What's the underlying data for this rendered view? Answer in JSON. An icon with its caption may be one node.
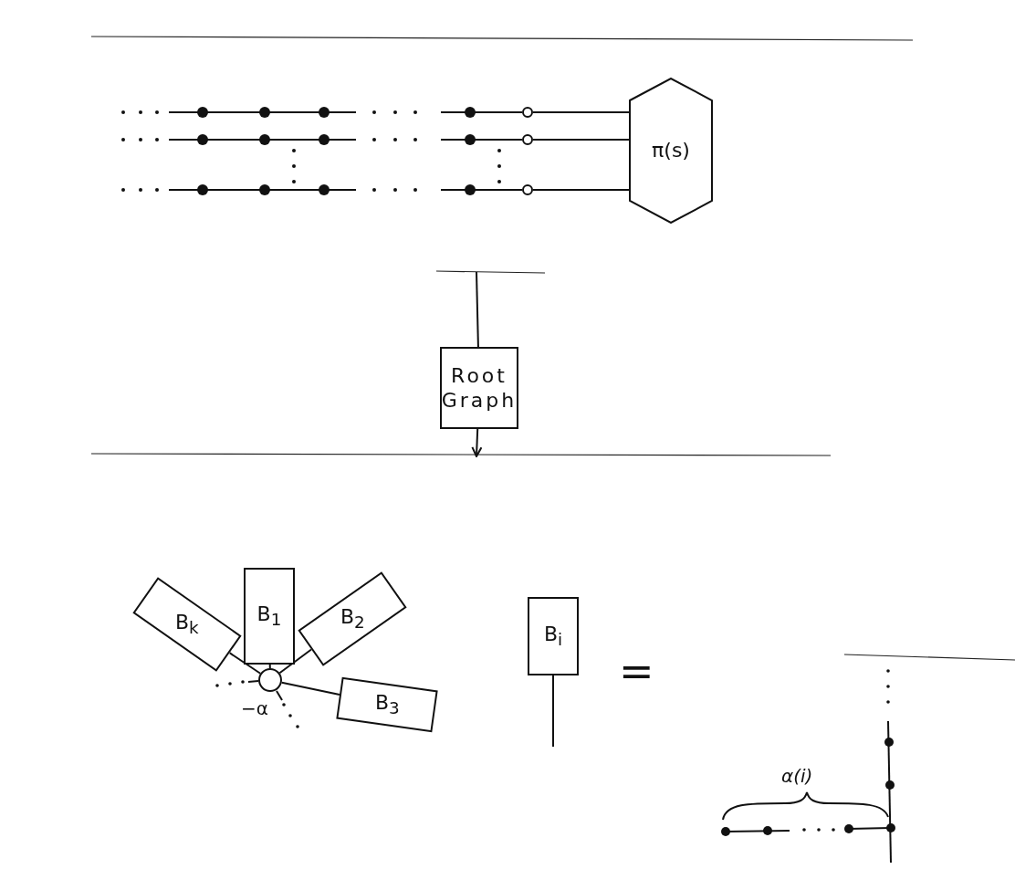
{
  "diagram": {
    "nodes": [
      {
        "text": [],
        "shape": "circle"
      },
      {
        "text": [],
        "shape": "circle"
      },
      {
        "text": [],
        "shape": "circle"
      },
      {
        "text": [
          "π(s)"
        ]
      },
      {
        "text": [
          "Root Graph"
        ]
      },
      {
        "text": [
          "B$_{k}$"
        ]
      },
      {
        "text": [
          "B$_{1}$"
        ]
      },
      {
        "text": [
          "B$_{2}$"
        ]
      },
      {
        "text": [],
        "shape": "circle",
        "beside": [
          "−α"
        ]
      },
      {
        "text": [
          "B$_{3}$"
        ]
      },
      {
        "text": [
          "B$_{i}$"
        ]
      }
    ],
    "edges": [
      {
        "from": 0,
        "to": 3,
        "arrow": "none"
      },
      {
        "from": 1,
        "to": 3,
        "arrow": "none"
      },
      {
        "from": 2,
        "to": 3,
        "arrow": "none"
      },
      {
        "from": null,
        "to": 4,
        "arrow": "none"
      },
      {
        "from": 4,
        "to": null,
        "arrow": "to"
      },
      {
        "from": 8,
        "to": 5,
        "arrow": "none"
      },
      {
        "from": 8,
        "to": 6,
        "arrow": "none"
      },
      {
        "from": 8,
        "to": 7,
        "arrow": "none"
      },
      {
        "from": 8,
        "to": 9,
        "arrow": "none"
      },
      {
        "from": 10,
        "to": null,
        "arrow": "none"
      }
    ],
    "labels": [
      "=",
      "α(i)"
    ]
  }
}
